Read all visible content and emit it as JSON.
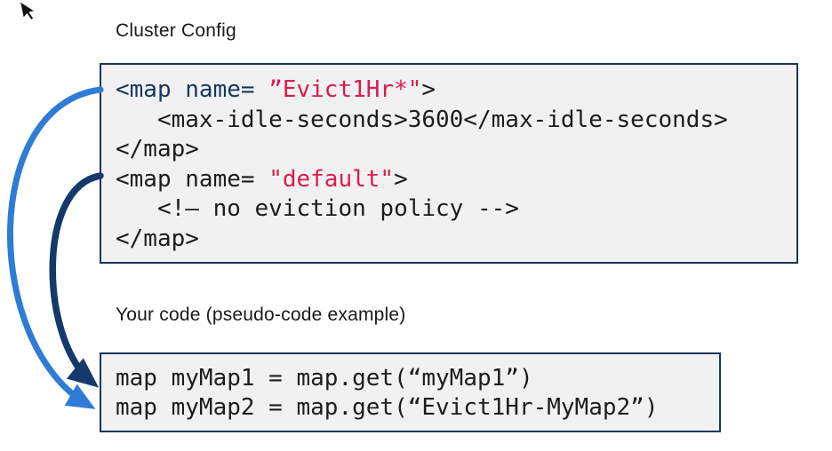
{
  "palette": {
    "box_bg": "#f1f1f2",
    "box_border": "#17375e",
    "tag_navy": "#17375e",
    "string_red": "#de1a4f",
    "code_black": "#1d1d1f",
    "arrow_blue": "#2e7cd6",
    "arrow_navy": "#15396b"
  },
  "cluster_config": {
    "title": "Cluster Config",
    "lines": [
      {
        "segments": [
          {
            "text": "<map name= ",
            "style": "tag"
          },
          {
            "text": "”Evict1Hr*\"",
            "style": "string"
          },
          {
            "text": ">",
            "style": "plain"
          }
        ]
      },
      {
        "segments": [
          {
            "text": "   <max-idle-seconds>3600</max-idle-seconds>",
            "style": "plain"
          }
        ]
      },
      {
        "segments": [
          {
            "text": "</map>",
            "style": "plain"
          }
        ]
      },
      {
        "segments": [
          {
            "text": "<map name= ",
            "style": "plain"
          },
          {
            "text": "\"default\"",
            "style": "string"
          },
          {
            "text": ">",
            "style": "plain"
          }
        ]
      },
      {
        "segments": [
          {
            "text": "   <!– no eviction policy -->",
            "style": "plain"
          }
        ]
      },
      {
        "segments": [
          {
            "text": "</map>",
            "style": "plain"
          }
        ]
      }
    ]
  },
  "your_code": {
    "title": "Your code (pseudo-code example)",
    "lines": [
      {
        "segments": [
          {
            "text": "map myMap1 = map.get(“myMap1”)",
            "style": "plain"
          }
        ]
      },
      {
        "segments": [
          {
            "text": "map myMap2 = map.get(“Evict1Hr-MyMap2”)",
            "style": "plain"
          }
        ]
      }
    ]
  },
  "arrows": [
    {
      "name": "evict-config-to-mymap2-arrow",
      "color": "#2e7cd6"
    },
    {
      "name": "default-config-to-mymap1-arrow",
      "color": "#15396b"
    }
  ]
}
